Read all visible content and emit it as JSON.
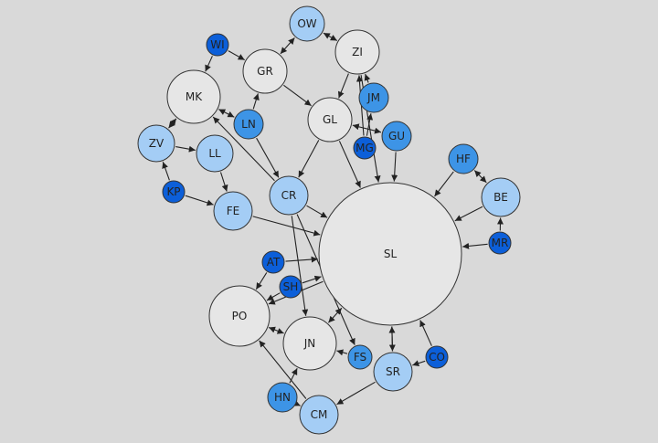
{
  "colors": {
    "background": "#d9d9d9",
    "gray": "#e6e6e6",
    "light": "#a4cdf5",
    "medium": "#3d94e6",
    "dark": "#0c5fd9",
    "stroke": "#333333"
  },
  "nodes": [
    {
      "id": "SL",
      "label": "SL",
      "tier": "gray"
    },
    {
      "id": "PO",
      "label": "PO",
      "tier": "gray"
    },
    {
      "id": "MK",
      "label": "MK",
      "tier": "gray"
    },
    {
      "id": "GR",
      "label": "GR",
      "tier": "gray"
    },
    {
      "id": "ZI",
      "label": "ZI",
      "tier": "gray"
    },
    {
      "id": "GL",
      "label": "GL",
      "tier": "gray"
    },
    {
      "id": "JN",
      "label": "JN",
      "tier": "gray"
    },
    {
      "id": "OW",
      "label": "OW",
      "tier": "light"
    },
    {
      "id": "ZV",
      "label": "ZV",
      "tier": "light"
    },
    {
      "id": "LL",
      "label": "LL",
      "tier": "light"
    },
    {
      "id": "FE",
      "label": "FE",
      "tier": "light"
    },
    {
      "id": "CR",
      "label": "CR",
      "tier": "light"
    },
    {
      "id": "BE",
      "label": "BE",
      "tier": "light"
    },
    {
      "id": "SR",
      "label": "SR",
      "tier": "light"
    },
    {
      "id": "CM",
      "label": "CM",
      "tier": "light"
    },
    {
      "id": "LN",
      "label": "LN",
      "tier": "medium"
    },
    {
      "id": "JM",
      "label": "JM",
      "tier": "medium"
    },
    {
      "id": "GU",
      "label": "GU",
      "tier": "medium"
    },
    {
      "id": "HF",
      "label": "HF",
      "tier": "medium"
    },
    {
      "id": "HN",
      "label": "HN",
      "tier": "medium"
    },
    {
      "id": "FS",
      "label": "FS",
      "tier": "medium"
    },
    {
      "id": "WI",
      "label": "WI",
      "tier": "dark"
    },
    {
      "id": "KP",
      "label": "KP",
      "tier": "dark"
    },
    {
      "id": "MG",
      "label": "MG",
      "tier": "dark"
    },
    {
      "id": "AT",
      "label": "AT",
      "tier": "dark"
    },
    {
      "id": "SH",
      "label": "SH",
      "tier": "dark"
    },
    {
      "id": "MR",
      "label": "MR",
      "tier": "dark"
    },
    {
      "id": "CO",
      "label": "CO",
      "tier": "dark"
    }
  ],
  "edges": [
    {
      "from": "WI",
      "to": "MK"
    },
    {
      "from": "WI",
      "to": "GR"
    },
    {
      "from": "GR",
      "to": "OW",
      "both": true
    },
    {
      "from": "OW",
      "to": "ZI",
      "both": true
    },
    {
      "from": "GR",
      "to": "GL"
    },
    {
      "from": "ZI",
      "to": "GL"
    },
    {
      "from": "JM",
      "to": "ZI"
    },
    {
      "from": "GL",
      "to": "GU",
      "both": true
    },
    {
      "from": "MG",
      "to": "ZI"
    },
    {
      "from": "MG",
      "to": "JM"
    },
    {
      "from": "GL",
      "to": "CR"
    },
    {
      "from": "GL",
      "to": "SL"
    },
    {
      "from": "GU",
      "to": "SL"
    },
    {
      "from": "ZI",
      "to": "SL"
    },
    {
      "from": "LN",
      "to": "MK",
      "both": true
    },
    {
      "from": "LN",
      "to": "GR"
    },
    {
      "from": "LN",
      "to": "CR"
    },
    {
      "from": "CR",
      "to": "MK"
    },
    {
      "from": "ZV",
      "to": "MK",
      "both": true
    },
    {
      "from": "ZV",
      "to": "LL"
    },
    {
      "from": "KP",
      "to": "ZV"
    },
    {
      "from": "KP",
      "to": "FE"
    },
    {
      "from": "LL",
      "to": "FE"
    },
    {
      "from": "FE",
      "to": "SL"
    },
    {
      "from": "CR",
      "to": "SL"
    },
    {
      "from": "CR",
      "to": "JN"
    },
    {
      "from": "CR",
      "to": "FS"
    },
    {
      "from": "HF",
      "to": "SL"
    },
    {
      "from": "HF",
      "to": "BE",
      "both": true
    },
    {
      "from": "BE",
      "to": "SL"
    },
    {
      "from": "MR",
      "to": "BE"
    },
    {
      "from": "MR",
      "to": "SL"
    },
    {
      "from": "AT",
      "to": "SL"
    },
    {
      "from": "AT",
      "to": "PO"
    },
    {
      "from": "SH",
      "to": "SL"
    },
    {
      "from": "SL",
      "to": "PO"
    },
    {
      "from": "SH",
      "to": "PO"
    },
    {
      "from": "PO",
      "to": "JN",
      "both": true
    },
    {
      "from": "JN",
      "to": "SL",
      "both": true
    },
    {
      "from": "FS",
      "to": "JN"
    },
    {
      "from": "SR",
      "to": "SL"
    },
    {
      "from": "SL",
      "to": "SR"
    },
    {
      "from": "CO",
      "to": "SL"
    },
    {
      "from": "CO",
      "to": "SR"
    },
    {
      "from": "SR",
      "to": "CM"
    },
    {
      "from": "HN",
      "to": "CM"
    },
    {
      "from": "HN",
      "to": "JN"
    },
    {
      "from": "CM",
      "to": "PO"
    }
  ]
}
